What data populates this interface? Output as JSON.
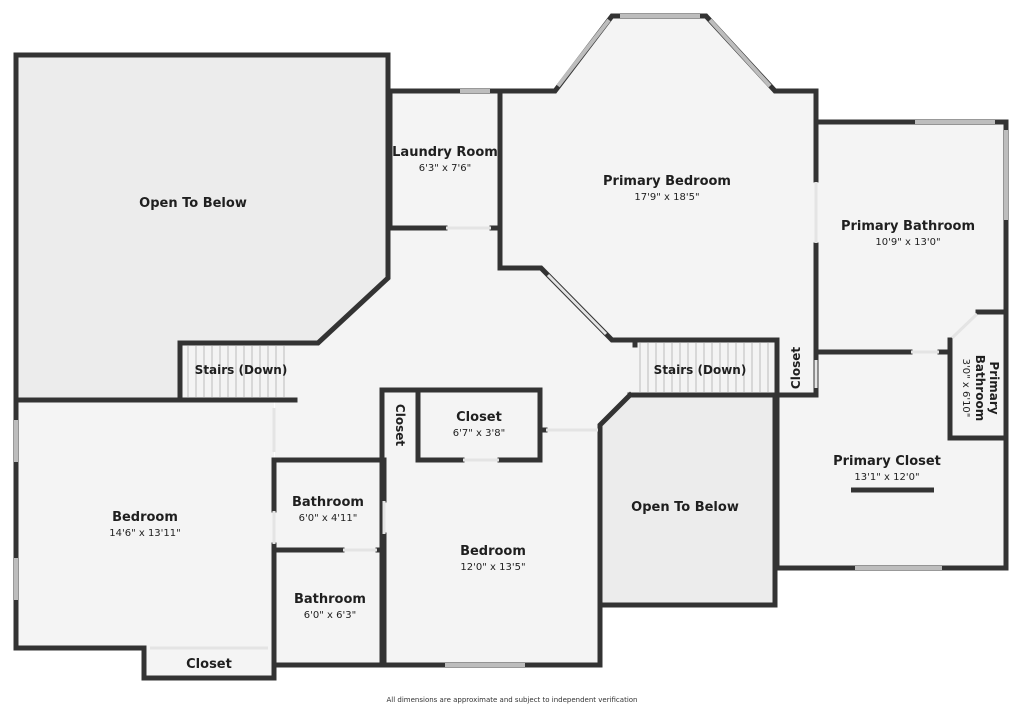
{
  "colors": {
    "wall": "#333333",
    "floor": "#f4f4f4",
    "open_floor": "#ececec",
    "window": "#dcdcdc",
    "background": "#ffffff"
  },
  "rooms": {
    "open_to_below_large": {
      "name": "Open To Below"
    },
    "laundry": {
      "name": "Laundry Room",
      "dim": "6'3\" x 7'6\""
    },
    "primary_bedroom": {
      "name": "Primary Bedroom",
      "dim": "17'9\" x 18'5\""
    },
    "primary_bathroom": {
      "name": "Primary Bathroom",
      "dim": "10'9\" x 13'0\""
    },
    "stairs_left": {
      "name": "Stairs (Down)"
    },
    "stairs_right": {
      "name": "Stairs (Down)"
    },
    "closet_right_small": {
      "name": "Closet"
    },
    "primary_bathroom_small": {
      "name_line1": "Primary",
      "name_line2": "Bathroom",
      "dim": "3'0\" x 6'10\""
    },
    "closet_hall_vertical": {
      "name": "Closet"
    },
    "closet_hall": {
      "name": "Closet",
      "dim": "6'7\" x 3'8\""
    },
    "bedroom_left": {
      "name": "Bedroom",
      "dim": "14'6\" x 13'11\""
    },
    "bathroom_upper": {
      "name": "Bathroom",
      "dim": "6'0\" x 4'11\""
    },
    "bathroom_lower": {
      "name": "Bathroom",
      "dim": "6'0\" x 6'3\""
    },
    "bedroom_center": {
      "name": "Bedroom",
      "dim": "12'0\" x 13'5\""
    },
    "open_to_below_small": {
      "name": "Open To Below"
    },
    "primary_closet": {
      "name": "Primary Closet",
      "dim": "13'1\" x 12'0\""
    },
    "closet_bottom": {
      "name": "Closet"
    }
  },
  "footer": {
    "note": "All dimensions are approximate and subject to independent verification"
  }
}
